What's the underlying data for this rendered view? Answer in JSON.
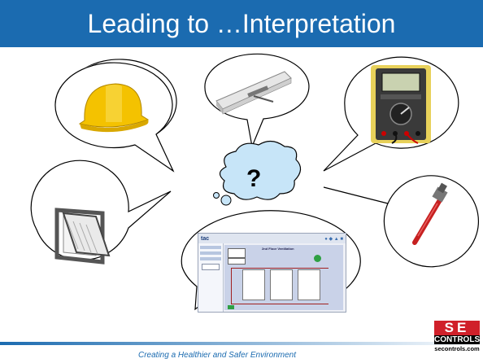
{
  "slide": {
    "title": "Leading to …Interpretation",
    "center_symbol": "?",
    "footer": "Creating a Healthier and Safer Environment"
  },
  "logo": {
    "se": "SE",
    "controls": "CONTROLS",
    "url": "secontrols.com"
  },
  "screen": {
    "brand": "tac",
    "panel_heading": "2nd Floor Ventilation"
  },
  "icons": [
    "hard-hat-icon",
    "actuator-icon",
    "multimeter-icon",
    "window-icon",
    "pipe-wrench-icon",
    "thought-cloud-icon"
  ],
  "colors": {
    "title_bar": "#1b6bb0",
    "logo_red": "#d0202a"
  }
}
